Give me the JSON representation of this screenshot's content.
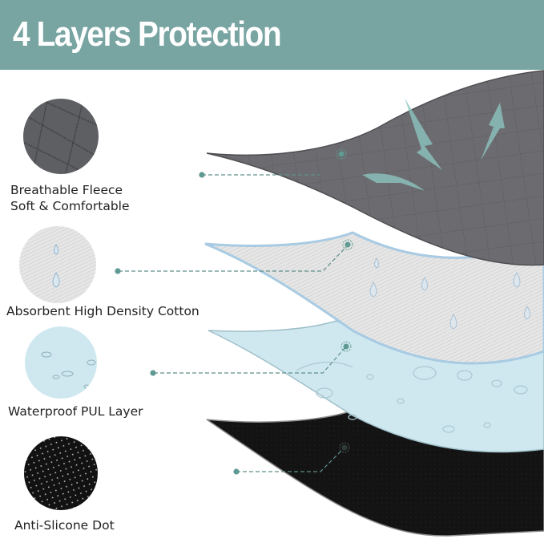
{
  "header": {
    "title": "4 Layers Protection",
    "background": "#78a4a2"
  },
  "layers": [
    {
      "name": "fleece",
      "line1": "Breathable Fleece",
      "line2": "Soft & Comfortable",
      "color": "#6a6a6e"
    },
    {
      "name": "cotton",
      "line1": "Absorbent High Density Cotton",
      "color": "#e4e4e4"
    },
    {
      "name": "pul",
      "line1": "Waterproof PUL Layer",
      "color": "#cfe9f1"
    },
    {
      "name": "dots",
      "line1": "Anti-Slicone Dot",
      "color": "#111111"
    }
  ],
  "accent": "#5f9a93"
}
